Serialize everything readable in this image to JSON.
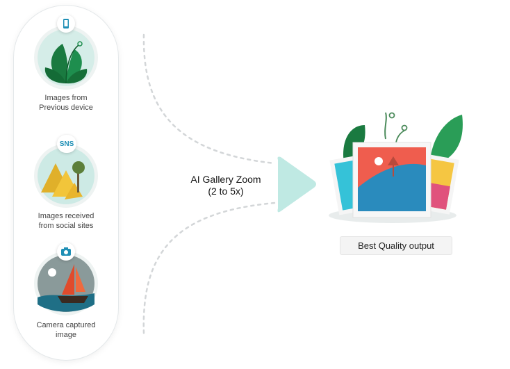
{
  "sources": [
    {
      "label": "Images from Previous device",
      "line1": "Images from",
      "line2": "Previous device",
      "icon": "smartphone-icon"
    },
    {
      "label": "Images received from social sites",
      "line1": "Images received",
      "line2": "from social sites",
      "icon": "sns-icon",
      "badge_text": "SNS"
    },
    {
      "label": "Camera captured image",
      "line1": "Camera captured",
      "line2": "image",
      "icon": "camera-icon"
    }
  ],
  "process": {
    "line1": "AI Gallery Zoom",
    "line2": "(2 to 5x)"
  },
  "output": {
    "label": "Best Quality output"
  },
  "colors": {
    "accent": "#1f8fb5",
    "arrow": "#bfe9e3",
    "leaf": "#1e8e4e",
    "photo_red": "#ef5d4e",
    "photo_blue": "#2a8bbd"
  }
}
